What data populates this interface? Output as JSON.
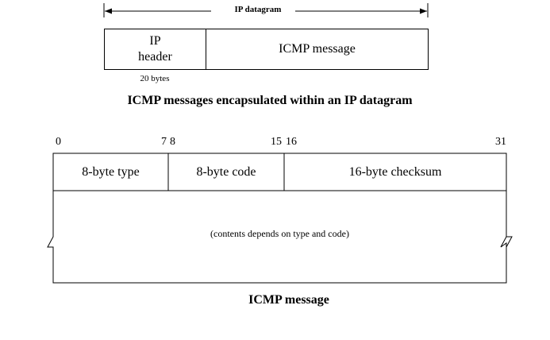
{
  "datagram": {
    "span_label": "IP datagram",
    "ip_header_line1": "IP",
    "ip_header_line2": "header",
    "icmp_message": "ICMP message",
    "header_size": "20 bytes",
    "caption": "ICMP messages encapsulated within an IP datagram"
  },
  "icmp_format": {
    "bit_labels": {
      "b0": "0",
      "b7": "7",
      "b8": "8",
      "b15": "15",
      "b16": "16",
      "b31": "31"
    },
    "fields": {
      "type": "8-byte type",
      "code": "8-byte code",
      "checksum": "16-byte checksum"
    },
    "contents": "(contents depends on type and code)",
    "caption": "ICMP message"
  }
}
